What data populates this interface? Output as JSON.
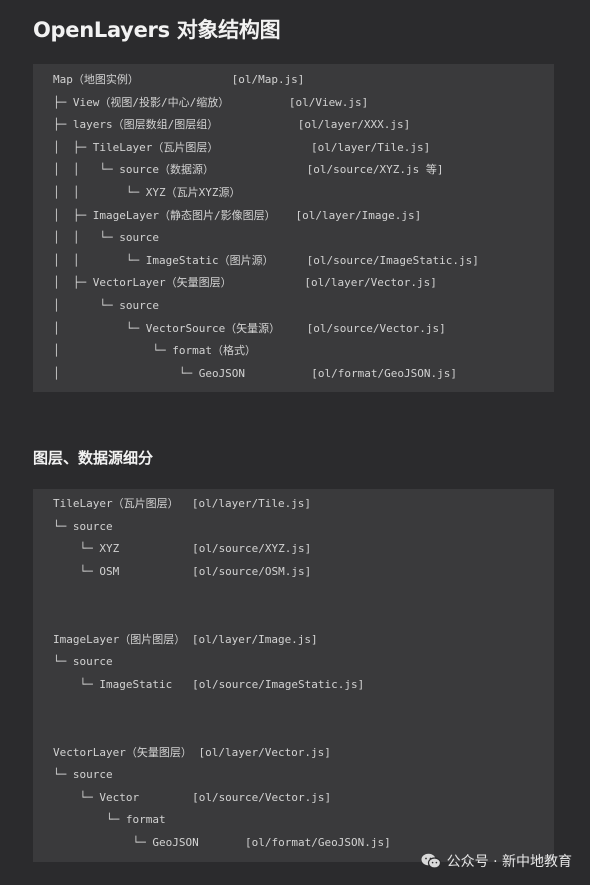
{
  "title": "OpenLayers 对象结构图",
  "subtitle": "图层、数据源细分",
  "structure_lines": [
    "Map（地图实例）              [ol/Map.js]",
    "├─ View（视图/投影/中心/缩放）         [ol/View.js]",
    "├─ layers（图层数组/图层组）            [ol/layer/XXX.js]",
    "│  ├─ TileLayer（瓦片图层）              [ol/layer/Tile.js]",
    "│  │   └─ source（数据源）              [ol/source/XYZ.js 等]",
    "│  │       └─ XYZ（瓦片XYZ源）",
    "│  ├─ ImageLayer（静态图片/影像图层）   [ol/layer/Image.js]",
    "│  │   └─ source",
    "│  │       └─ ImageStatic（图片源）     [ol/source/ImageStatic.js]",
    "│  ├─ VectorLayer（矢量图层）           [ol/layer/Vector.js]",
    "│      └─ source",
    "│          └─ VectorSource（矢量源）    [ol/source/Vector.js]",
    "│              └─ format（格式）",
    "│                  └─ GeoJSON          [ol/format/GeoJSON.js]"
  ],
  "detail_lines": [
    "TileLayer（瓦片图层）  [ol/layer/Tile.js]",
    "└─ source",
    "    └─ XYZ           [ol/source/XYZ.js]",
    "    └─ OSM           [ol/source/OSM.js]",
    "",
    "",
    "ImageLayer（图片图层） [ol/layer/Image.js]",
    "└─ source",
    "    └─ ImageStatic   [ol/source/ImageStatic.js]",
    "",
    "",
    "VectorLayer（矢量图层） [ol/layer/Vector.js]",
    "└─ source",
    "    └─ Vector        [ol/source/Vector.js]",
    "        └─ format",
    "            └─ GeoJSON       [ol/format/GeoJSON.js]"
  ],
  "watermark": {
    "icon": "wechat-icon",
    "text": "公众号 · 新中地教育"
  }
}
